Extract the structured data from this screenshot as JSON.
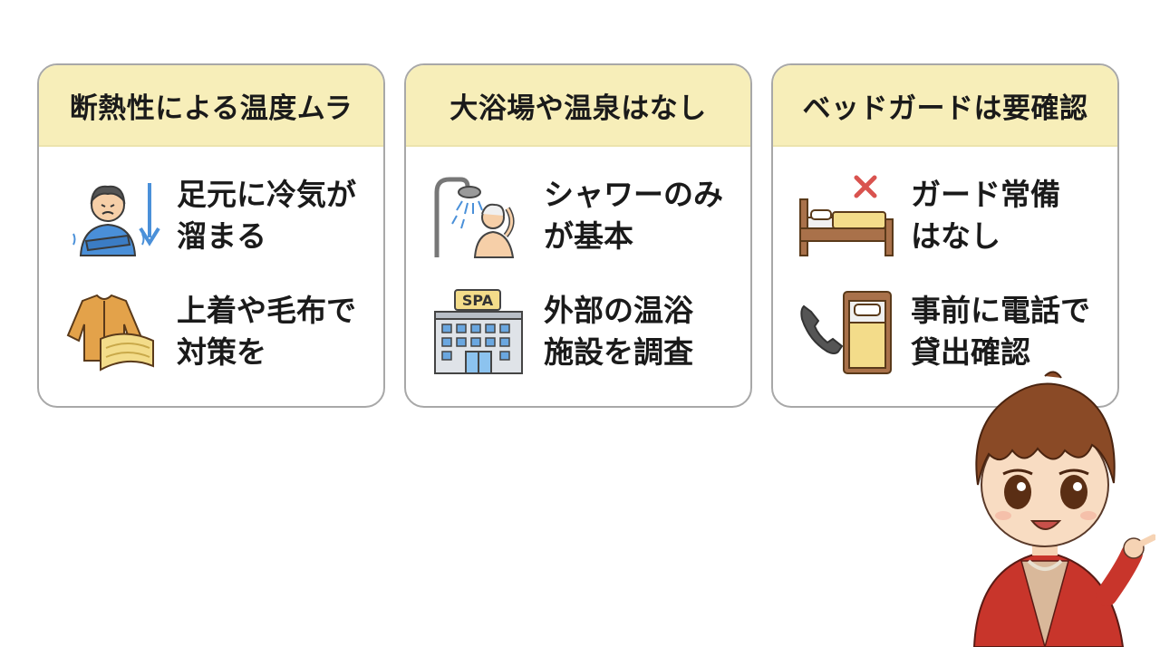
{
  "cards": [
    {
      "title": "断熱性による温度ムラ",
      "items": [
        {
          "icon": "cold-person-icon",
          "lines": [
            "足元に冷気が",
            "溜まる"
          ]
        },
        {
          "icon": "jacket-blanket-icon",
          "lines": [
            "上着や毛布で",
            "対策を"
          ]
        }
      ]
    },
    {
      "title": "大浴場や温泉はなし",
      "items": [
        {
          "icon": "shower-icon",
          "lines": [
            "シャワーのみ",
            "が基本"
          ]
        },
        {
          "icon": "spa-building-icon",
          "sign": "SPA",
          "lines": [
            "外部の温浴",
            "施設を調査"
          ]
        }
      ]
    },
    {
      "title": "ベッドガードは要確認",
      "items": [
        {
          "icon": "bed-no-guard-icon",
          "lines": [
            "ガード常備",
            "はなし"
          ]
        },
        {
          "icon": "phone-bed-icon",
          "lines": [
            "事前に電話で",
            "貸出確認"
          ]
        }
      ]
    }
  ],
  "colors": {
    "header_bg": "#f7eeb9",
    "border": "#a8a8a8",
    "arrow_blue": "#4a90d9",
    "cross_red": "#d9534f",
    "hoodie_red": "#c8352b"
  }
}
